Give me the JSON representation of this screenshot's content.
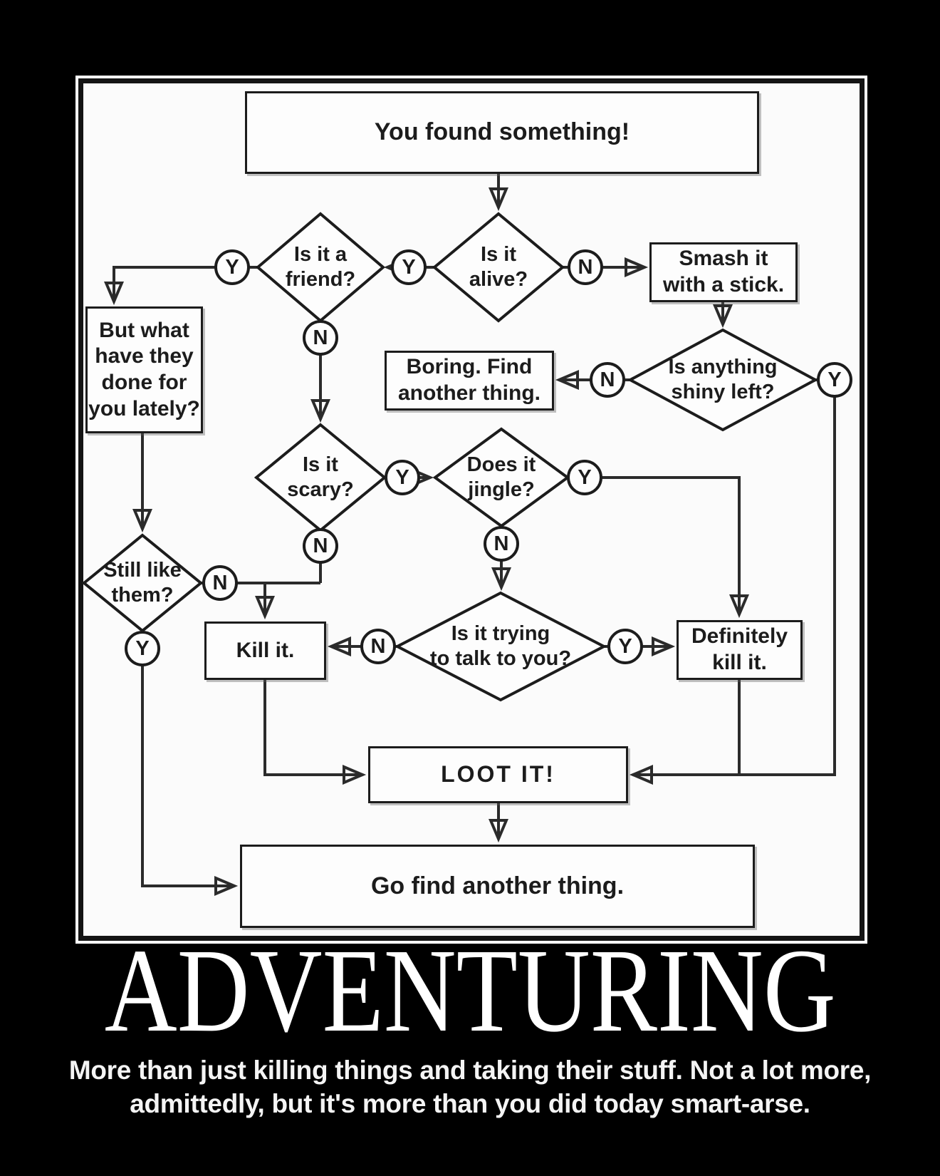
{
  "poster": {
    "title": "ADVENTURING",
    "caption": "More than just killing things and taking their stuff. Not a lot more, admittedly, but it's more than you did today smart-arse."
  },
  "labels": {
    "yes": "Y",
    "no": "N"
  },
  "colors": {
    "background": "#000000",
    "chart_bg": "#fbfbfb",
    "ink": "#1c1c1c",
    "title_text": "#ffffff"
  },
  "flowchart": {
    "nodes": {
      "found": "You found something!",
      "alive": "Is it\nalive?",
      "friend": "Is it a\nfriend?",
      "smash": "Smash it\nwith a stick.",
      "butwhat": "But what\nhave they\ndone for\nyou lately?",
      "shiny": "Is anything\nshiny left?",
      "boring": "Boring. Find\nanother thing.",
      "scary": "Is it\nscary?",
      "jingle": "Does it\njingle?",
      "still": "Still like\nthem?",
      "kill": "Kill it.",
      "talk": "Is it trying\nto talk to you?",
      "defkill": "Definitely\nkill it.",
      "loot": "LOOT IT!",
      "gofind": "Go find another thing."
    },
    "edges": [
      {
        "from": "found",
        "label": "",
        "to": "alive"
      },
      {
        "from": "alive",
        "label": "Y",
        "to": "friend"
      },
      {
        "from": "alive",
        "label": "N",
        "to": "smash"
      },
      {
        "from": "friend",
        "label": "Y",
        "to": "butwhat"
      },
      {
        "from": "friend",
        "label": "N",
        "to": "scary"
      },
      {
        "from": "smash",
        "label": "",
        "to": "shiny"
      },
      {
        "from": "shiny",
        "label": "N",
        "to": "boring"
      },
      {
        "from": "shiny",
        "label": "Y",
        "to": "loot"
      },
      {
        "from": "butwhat",
        "label": "",
        "to": "still"
      },
      {
        "from": "still",
        "label": "N",
        "to": "kill"
      },
      {
        "from": "still",
        "label": "Y",
        "to": "gofind"
      },
      {
        "from": "scary",
        "label": "Y",
        "to": "jingle"
      },
      {
        "from": "scary",
        "label": "N",
        "to": "kill"
      },
      {
        "from": "jingle",
        "label": "Y",
        "to": "defkill"
      },
      {
        "from": "jingle",
        "label": "N",
        "to": "talk"
      },
      {
        "from": "talk",
        "label": "N",
        "to": "kill"
      },
      {
        "from": "talk",
        "label": "Y",
        "to": "defkill"
      },
      {
        "from": "kill",
        "label": "",
        "to": "loot"
      },
      {
        "from": "defkill",
        "label": "",
        "to": "loot"
      },
      {
        "from": "loot",
        "label": "",
        "to": "gofind"
      }
    ]
  }
}
